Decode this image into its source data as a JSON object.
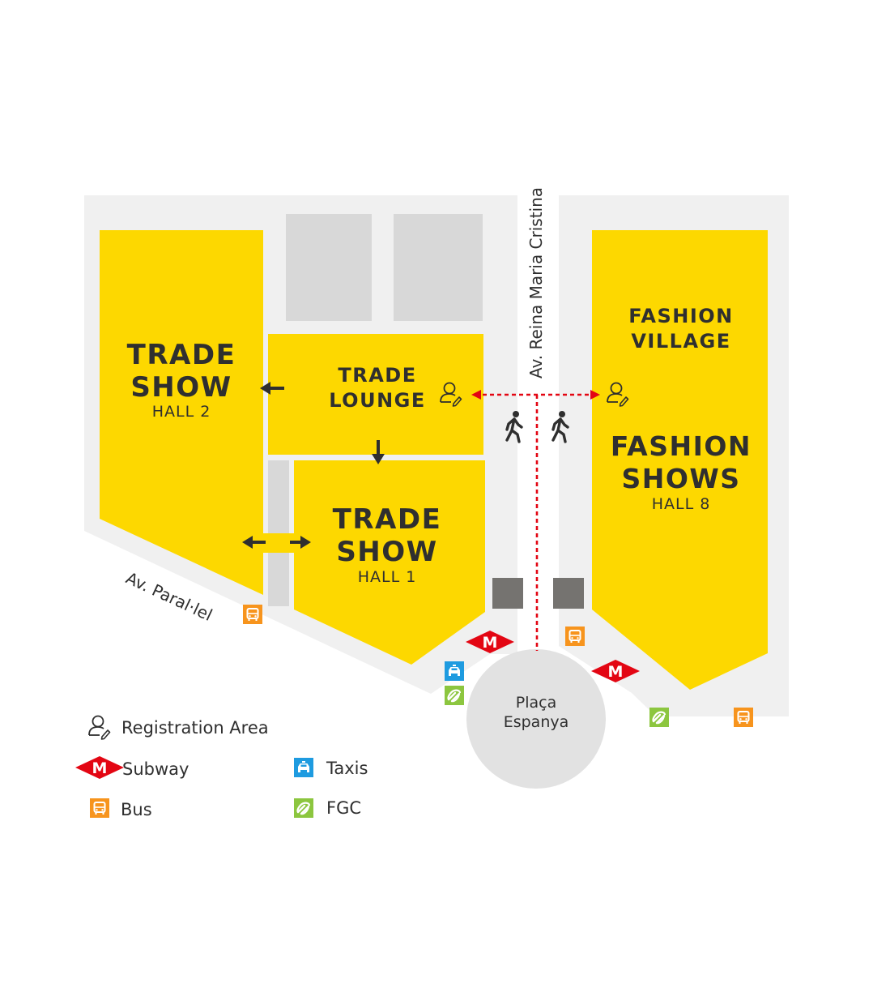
{
  "colors": {
    "hall": "#fdd800",
    "ground": "#f0f0f0",
    "building": "#d8d8d8",
    "pillar": "#757370",
    "subway": "#e30613",
    "bus": "#f7941d",
    "taxi": "#1e9be0",
    "fgc": "#8cc63f",
    "text": "#2f2f2f",
    "route": "#e30613"
  },
  "halls": {
    "hall2": {
      "title_line1": "TRADE",
      "title_line2": "SHOW",
      "subtitle": "HALL 2"
    },
    "lounge": {
      "title_line1": "TRADE",
      "title_line2": "LOUNGE"
    },
    "hall1": {
      "title_line1": "TRADE",
      "title_line2": "SHOW",
      "subtitle": "HALL 1"
    },
    "village": {
      "title_line1": "FASHION",
      "title_line2": "VILLAGE"
    },
    "hall8": {
      "title_line1": "FASHION",
      "title_line2": "SHOWS",
      "subtitle": "HALL 8"
    }
  },
  "streets": {
    "reina": "Av. Reina Maria Cristina",
    "paralel": "Av. Paral·lel"
  },
  "plaza": {
    "line1": "Plaça",
    "line2": "Espanya"
  },
  "legend": {
    "registration": "Registration Area",
    "subway": "Subway",
    "bus": "Bus",
    "taxis": "Taxis",
    "fgc": "FGC"
  },
  "icons": {
    "subway_letter": "M"
  }
}
